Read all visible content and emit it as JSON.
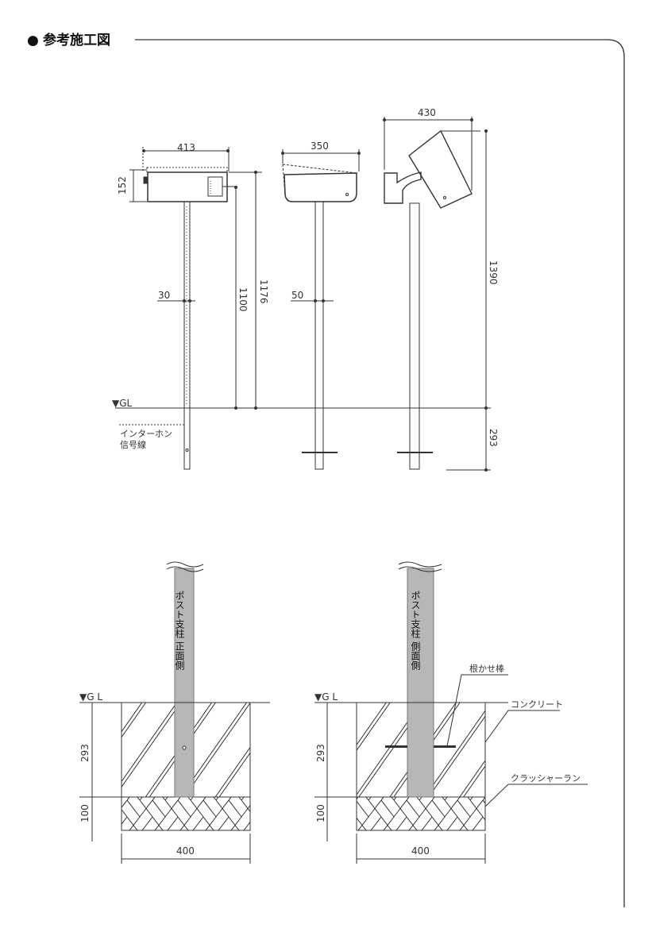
{
  "section": {
    "bullet": "●",
    "title": "参考施工図"
  },
  "elevation": {
    "front": {
      "width": "413",
      "height_box": "152",
      "pole": "30",
      "h1": "1100",
      "h2": "1176"
    },
    "side": {
      "width": "350",
      "pole": "50"
    },
    "open": {
      "width": "430",
      "height": "1390",
      "embed": "293"
    },
    "gl": "▼GL",
    "intercom_line1": "インターホン",
    "intercom_line2": "信号線"
  },
  "foundation": {
    "front": {
      "gl": "▼G L",
      "pole_label": "ポスト支柱 正面側",
      "depth": "293",
      "gravel": "100",
      "width": "400"
    },
    "side": {
      "gl": "▼G L",
      "pole_label": "ポスト支柱 側面側",
      "depth": "293",
      "gravel": "100",
      "width": "400",
      "anchor": "根かせ棒",
      "concrete": "コンクリート",
      "crusher": "クラッシャーラン"
    }
  }
}
